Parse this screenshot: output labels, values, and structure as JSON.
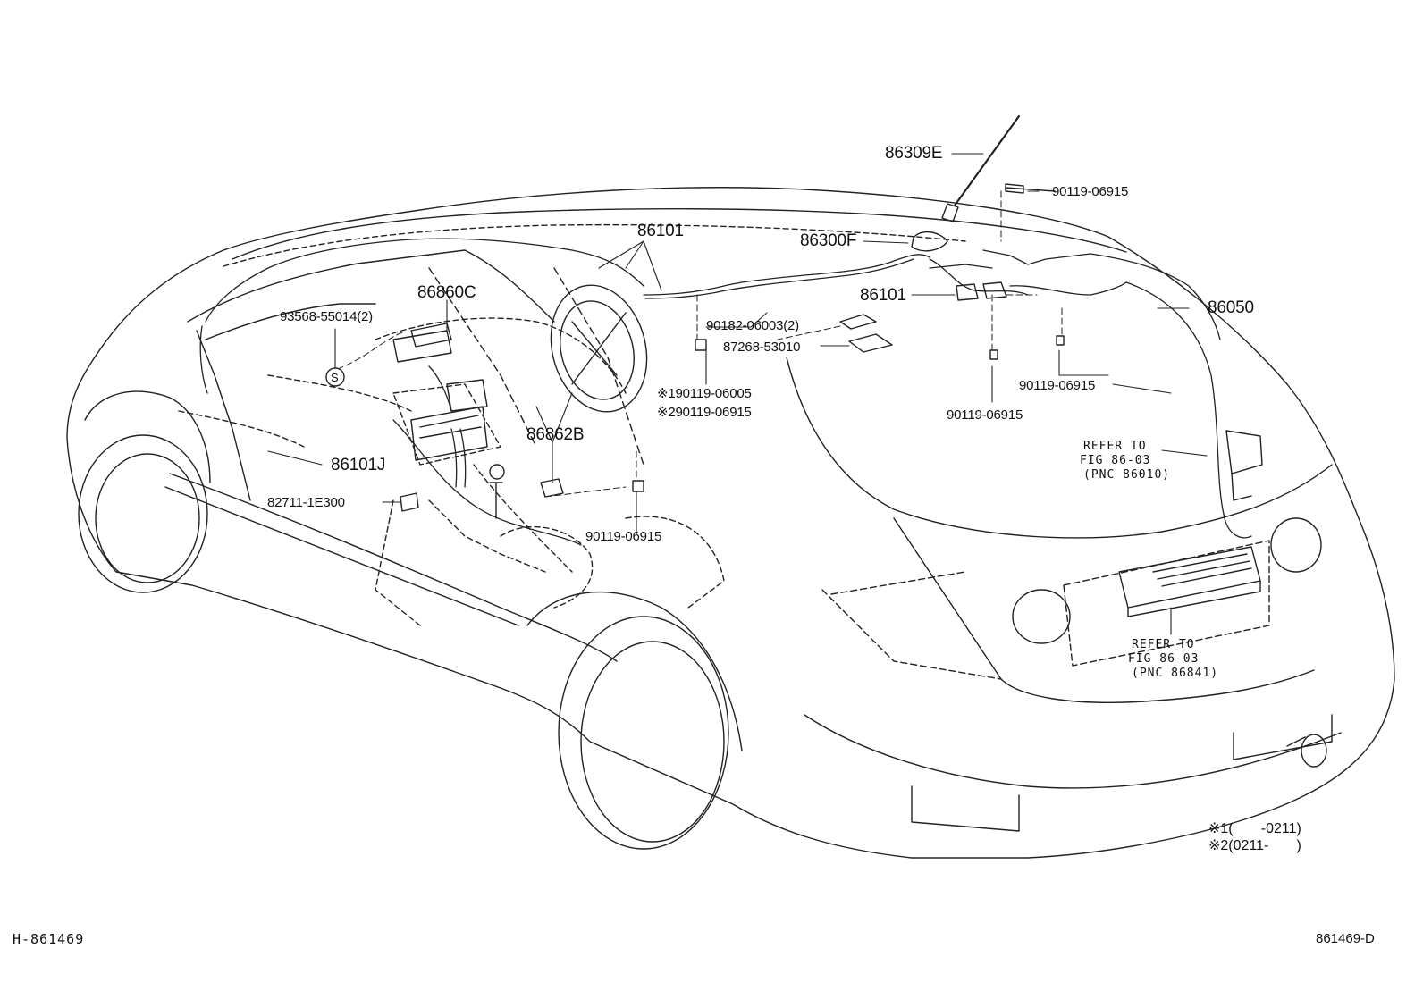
{
  "labels": {
    "p86309E": "86309E",
    "p90119_06915_top": "90119-06915",
    "p86101_top": "86101",
    "p86300F": "86300F",
    "p86101_mid": "86101",
    "p86050": "86050",
    "p86860C": "86860C",
    "p93568": "93568-55014(2)",
    "p90182": "90182-06003(2)",
    "p87268": "87268-53010",
    "p90119_06005": "※190119-06005",
    "p90119_06915_b": "※290119-06915",
    "p90119_06915_r1": "90119-06915",
    "p90119_06915_r2": "90119-06915",
    "p86862B": "86862B",
    "p86101J": "86101J",
    "p82711": "82711-1E300",
    "p90119_06915_low": "90119-06915",
    "s_mark": "S"
  },
  "refer_upper": [
    "REFER TO",
    "FIG 86-03",
    "(PNC 86010)"
  ],
  "refer_lower": [
    "REFER TO",
    "FIG 86-03",
    "(PNC 86841)"
  ],
  "legend": {
    "line1": "※1(       -0211)",
    "line2": "※2(0211-       )"
  },
  "footer": {
    "left_code": "H-861469",
    "right_code": "861469-D"
  }
}
